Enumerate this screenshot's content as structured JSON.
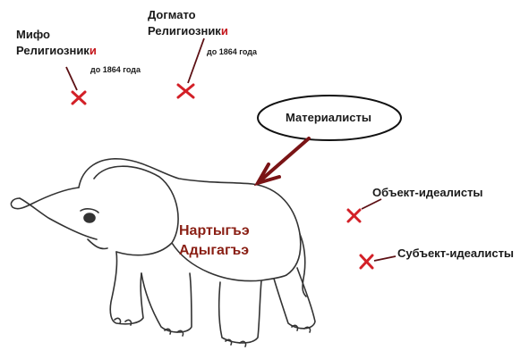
{
  "groups": {
    "mifo": {
      "line1": "Мифо",
      "line2_main": "Религиозник",
      "line2_accent": "и",
      "date_note": "до 1864 года"
    },
    "dogmato": {
      "line1": "Догмато",
      "line2_main": "Религиозник",
      "line2_accent": "и",
      "date_note": "до 1864 года"
    },
    "materialists": {
      "label": "Материалисты"
    },
    "object_idealists": {
      "label": "Объект-идеалисты"
    },
    "subject_idealists": {
      "label": "Субъект-идеалисты"
    }
  },
  "center": {
    "line1": "Нартыгъэ",
    "line2": "Адыгагъэ"
  },
  "colors": {
    "cross": "#d32027",
    "arrow": "#7a1416",
    "accent_letter": "#c4161c",
    "center_text": "#8a1f14",
    "ink": "#1a1a1a"
  }
}
